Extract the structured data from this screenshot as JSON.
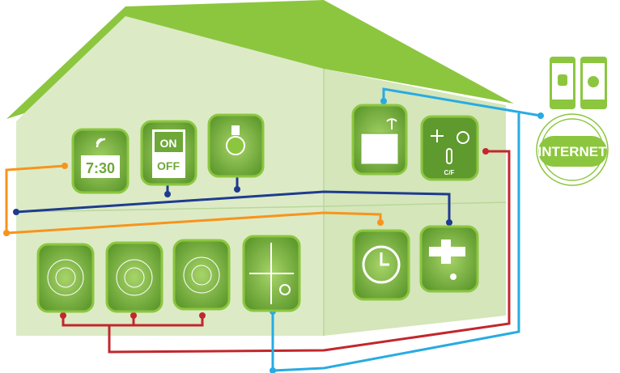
{
  "colors": {
    "roof": "#8cc63f",
    "wall": "#dcebc6",
    "wall_right": "#d4e6ba",
    "icon": "#6ea838",
    "navy": "#1f3b8f",
    "orange": "#f7941d",
    "red": "#c1272d",
    "blue": "#29abe2"
  },
  "devices": {
    "alarm_clock": {
      "icon": "alarm-clock-icon",
      "time": "7:30"
    },
    "switch": {
      "icon": "switch-icon",
      "on": "ON",
      "off": "OFF"
    },
    "bulb": {
      "icon": "light-bulb-icon"
    },
    "router": {
      "icon": "router-icon"
    },
    "climate": {
      "icon": "thermostat-icon",
      "unit": "C/F"
    },
    "motion": {
      "icon": "motion-sensor-icon"
    },
    "fire": {
      "icon": "fire-sensor-icon"
    },
    "siren": {
      "icon": "siren-icon"
    },
    "env": {
      "icon": "gas-light-sensor-icon"
    },
    "timer": {
      "icon": "clock-icon"
    },
    "water": {
      "icon": "water-tap-icon"
    }
  },
  "internet": {
    "label": "INTERNET"
  },
  "phones": [
    {
      "icon": "android-icon"
    },
    {
      "icon": "apple-icon"
    }
  ]
}
